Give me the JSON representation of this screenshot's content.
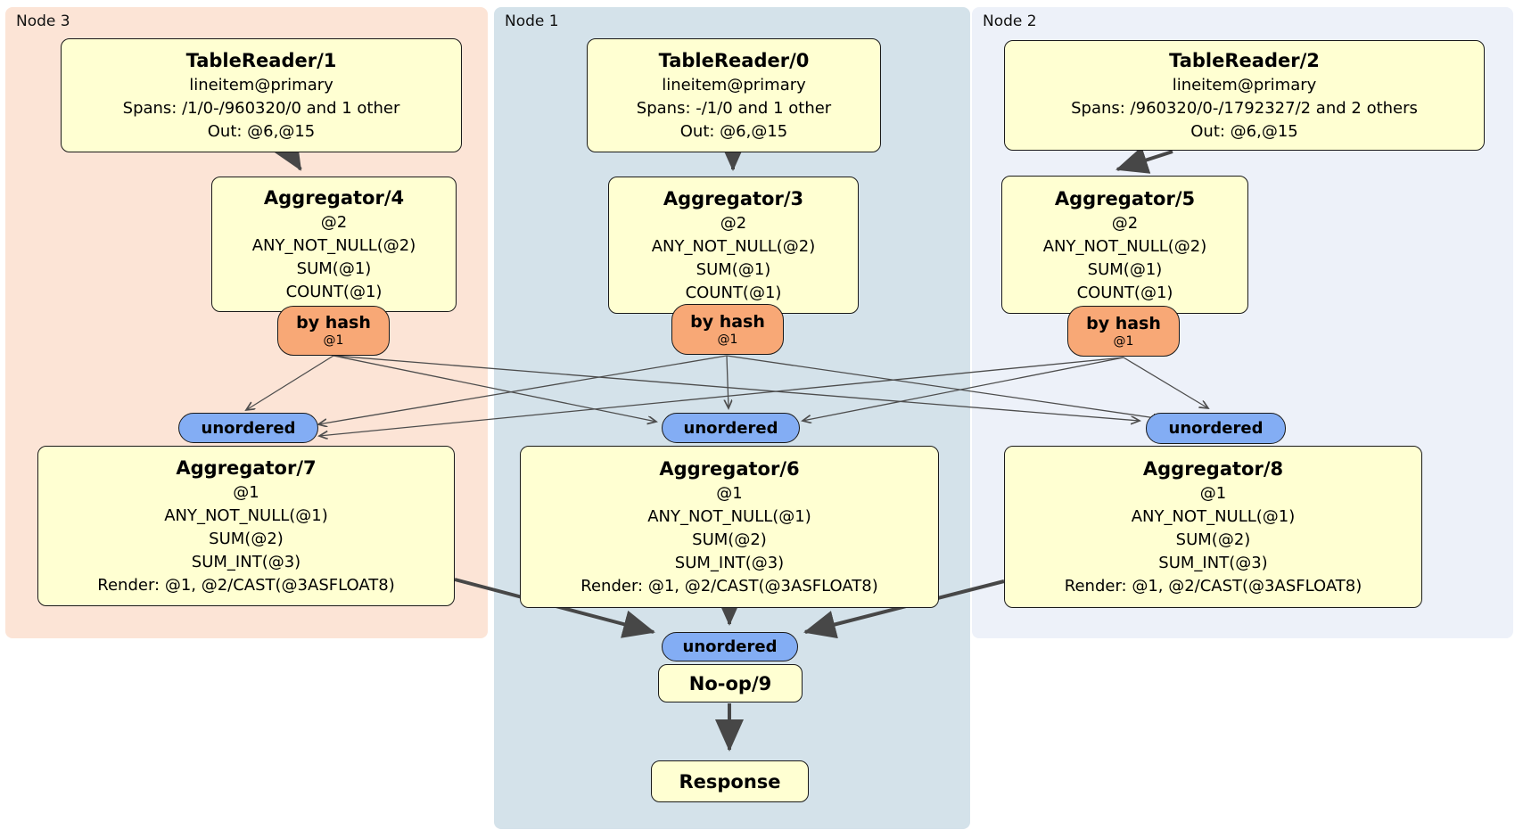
{
  "panels": {
    "node3": {
      "label": "Node 3"
    },
    "node1": {
      "label": "Node 1"
    },
    "node2": {
      "label": "Node 2"
    }
  },
  "processors": {
    "tr1": {
      "title": "TableReader/1",
      "table": "lineitem@primary",
      "spans": "Spans: /1/0-/960320/0 and 1 other",
      "out": "Out: @6,@15"
    },
    "tr0": {
      "title": "TableReader/0",
      "table": "lineitem@primary",
      "spans": "Spans: -/1/0 and 1 other",
      "out": "Out: @6,@15"
    },
    "tr2": {
      "title": "TableReader/2",
      "table": "lineitem@primary",
      "spans": "Spans: /960320/0-/1792327/2 and 2 others",
      "out": "Out: @6,@15"
    },
    "agg4": {
      "title": "Aggregator/4",
      "lines": [
        "@2",
        "ANY_NOT_NULL(@2)",
        "SUM(@1)",
        "COUNT(@1)"
      ]
    },
    "agg3": {
      "title": "Aggregator/3",
      "lines": [
        "@2",
        "ANY_NOT_NULL(@2)",
        "SUM(@1)",
        "COUNT(@1)"
      ]
    },
    "agg5": {
      "title": "Aggregator/5",
      "lines": [
        "@2",
        "ANY_NOT_NULL(@2)",
        "SUM(@1)",
        "COUNT(@1)"
      ]
    },
    "agg7": {
      "title": "Aggregator/7",
      "lines": [
        "@1",
        "ANY_NOT_NULL(@1)",
        "SUM(@2)",
        "SUM_INT(@3)",
        "Render: @1, @2/CAST(@3ASFLOAT8)"
      ]
    },
    "agg6": {
      "title": "Aggregator/6",
      "lines": [
        "@1",
        "ANY_NOT_NULL(@1)",
        "SUM(@2)",
        "SUM_INT(@3)",
        "Render: @1, @2/CAST(@3ASFLOAT8)"
      ]
    },
    "agg8": {
      "title": "Aggregator/8",
      "lines": [
        "@1",
        "ANY_NOT_NULL(@1)",
        "SUM(@2)",
        "SUM_INT(@3)",
        "Render: @1, @2/CAST(@3ASFLOAT8)"
      ]
    },
    "noop": {
      "title": "No-op/9"
    },
    "response": {
      "title": "Response"
    }
  },
  "routers": {
    "hash_left": {
      "label": "by hash",
      "key": "@1"
    },
    "hash_center": {
      "label": "by hash",
      "key": "@1"
    },
    "hash_right": {
      "label": "by hash",
      "key": "@1"
    },
    "unordered_left": {
      "label": "unordered"
    },
    "unordered_center": {
      "label": "unordered"
    },
    "unordered_right": {
      "label": "unordered"
    },
    "unordered_bottom": {
      "label": "unordered"
    }
  },
  "colors": {
    "node3_panel": "#fce4d6",
    "node1_panel": "#d4e2ea",
    "node2_panel": "#edf1f9",
    "processor_fill": "#ffffd2",
    "hash_router_fill": "#f8a876",
    "unordered_fill": "#83adf4",
    "edge": "#4d4d4d"
  }
}
